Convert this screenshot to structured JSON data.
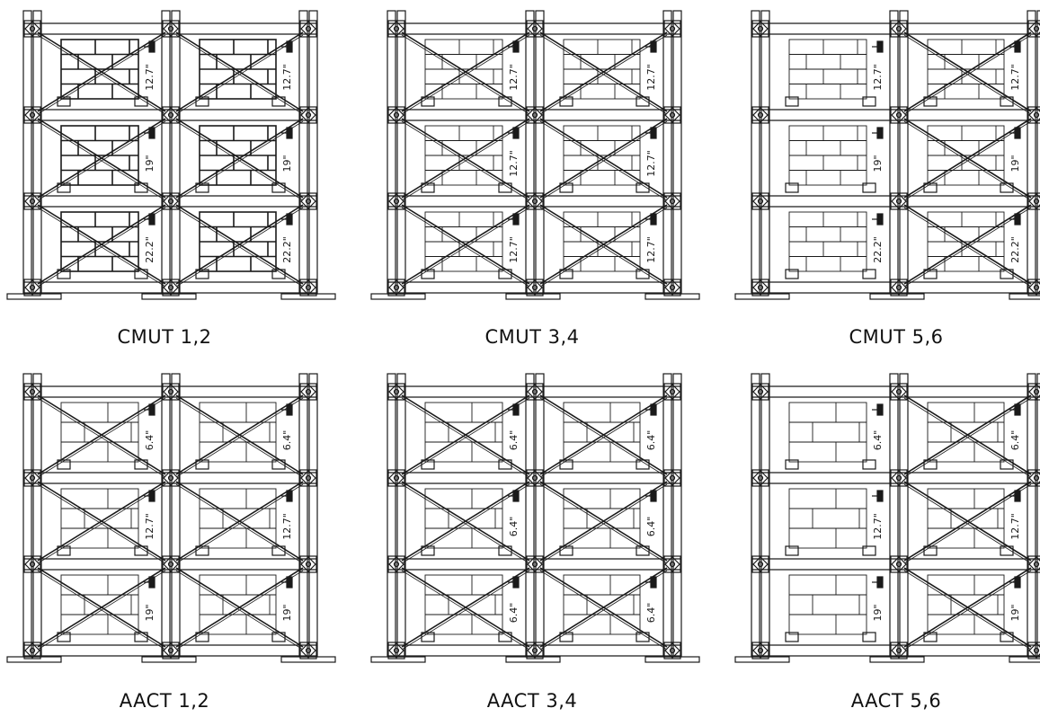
{
  "panels": [
    {
      "id": "cmut-12",
      "caption": "CMUT 1,2",
      "wall": "block",
      "infill": [
        true,
        true,
        true,
        true,
        true,
        true
      ],
      "labels": [
        [
          "12.7\"",
          "19\"",
          "22.2\""
        ],
        [
          "12.7\"",
          "19\"",
          "22.2\""
        ]
      ],
      "bracing": [
        true,
        true
      ]
    },
    {
      "id": "cmut-34",
      "caption": "CMUT 3,4",
      "wall": "block-light",
      "infill": [
        true,
        true,
        true,
        true,
        true,
        true
      ],
      "labels": [
        [
          "12.7\"",
          "12.7\"",
          "12.7\""
        ],
        [
          "12.7\"",
          "12.7\"",
          "12.7\""
        ]
      ],
      "bracing": [
        true,
        true
      ]
    },
    {
      "id": "cmut-56",
      "caption": "CMUT 5,6",
      "wall": "block-light",
      "infill": [
        true,
        true,
        true,
        true,
        true,
        true
      ],
      "labels": [
        [
          "12.7\"",
          "19\"",
          "22.2\""
        ],
        [
          "12.7\"",
          "19\"",
          "22.2\""
        ]
      ],
      "bracing": [
        false,
        true
      ]
    },
    {
      "id": "aact-12",
      "caption": "AACT 1,2",
      "wall": "aac",
      "infill": [
        true,
        true,
        true,
        true,
        true,
        true
      ],
      "labels": [
        [
          "6.4\"",
          "12.7\"",
          "19\""
        ],
        [
          "6.4\"",
          "12.7\"",
          "19\""
        ]
      ],
      "bracing": [
        true,
        true
      ]
    },
    {
      "id": "aact-34",
      "caption": "AACT  3,4",
      "wall": "aac",
      "infill": [
        true,
        true,
        true,
        true,
        true,
        true
      ],
      "labels": [
        [
          "6.4\"",
          "6.4\"",
          "6.4\""
        ],
        [
          "6.4\"",
          "6.4\"",
          "6.4\""
        ]
      ],
      "bracing": [
        true,
        true
      ]
    },
    {
      "id": "aact-56",
      "caption": "AACT 5,6",
      "wall": "aac",
      "infill": [
        true,
        true,
        true,
        true,
        true,
        true
      ],
      "labels": [
        [
          "6.4\"",
          "12.7\"",
          "19\""
        ],
        [
          "6.4\"",
          "12.7\"",
          "19\""
        ]
      ],
      "bracing": [
        false,
        true
      ]
    }
  ],
  "colors": {
    "line": "#1a1a1a",
    "background": "#ffffff"
  }
}
